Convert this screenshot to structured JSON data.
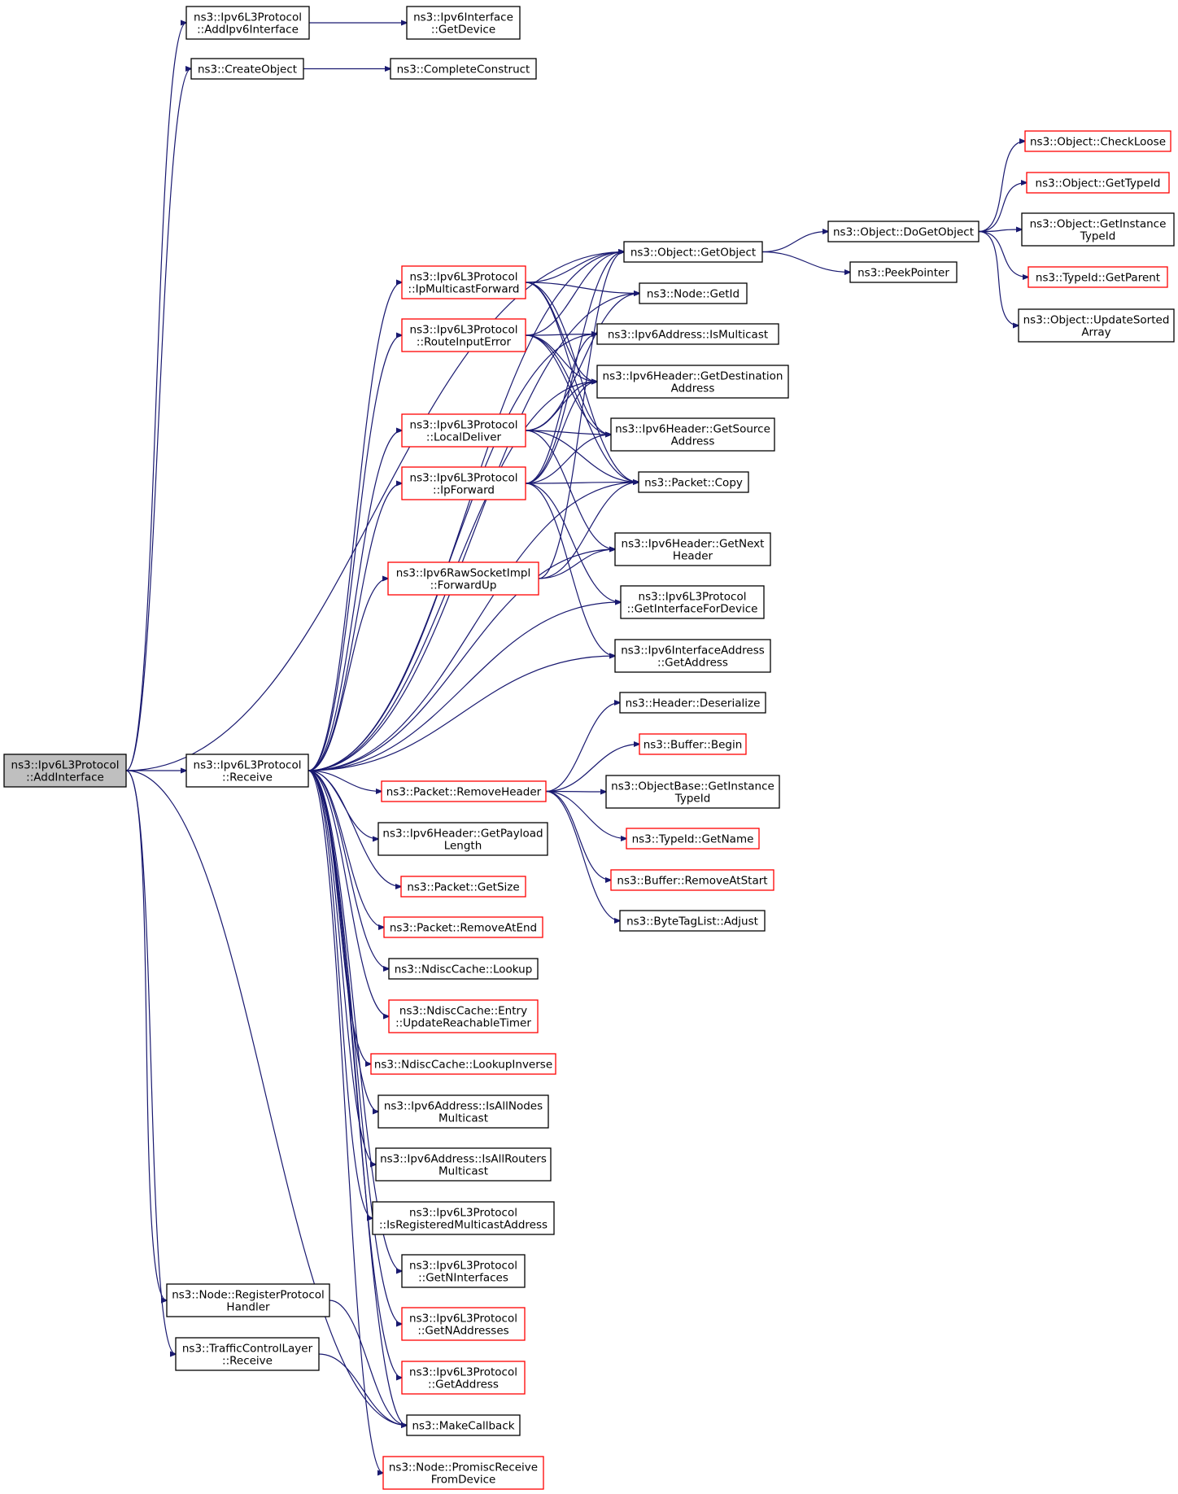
{
  "colors": {
    "edge": "#191970",
    "node_border": "#000000",
    "node_border_truncated": "#ff0000",
    "root_fill": "#bfbfbf",
    "node_fill": "#ffffff",
    "text": "#000000"
  },
  "nodes": [
    {
      "id": "root",
      "lines": [
        "ns3::Ipv6L3Protocol",
        "::AddInterface"
      ],
      "style": "root"
    },
    {
      "id": "addipv6iface",
      "lines": [
        "ns3::Ipv6L3Protocol",
        "::AddIpv6Interface"
      ],
      "style": "normal"
    },
    {
      "id": "getdevice",
      "lines": [
        "ns3::Ipv6Interface",
        "::GetDevice"
      ],
      "style": "normal"
    },
    {
      "id": "createobject",
      "lines": [
        "ns3::CreateObject"
      ],
      "style": "normal"
    },
    {
      "id": "completeconstruct",
      "lines": [
        "ns3::CompleteConstruct"
      ],
      "style": "normal"
    },
    {
      "id": "receive",
      "lines": [
        "ns3::Ipv6L3Protocol",
        "::Receive"
      ],
      "style": "normal"
    },
    {
      "id": "regproto",
      "lines": [
        "ns3::Node::RegisterProtocol",
        "Handler"
      ],
      "style": "normal"
    },
    {
      "id": "tclreceive",
      "lines": [
        "ns3::TrafficControlLayer",
        "::Receive"
      ],
      "style": "normal"
    },
    {
      "id": "ipmcfwd",
      "lines": [
        "ns3::Ipv6L3Protocol",
        "::IpMulticastForward"
      ],
      "style": "truncated"
    },
    {
      "id": "routeinerr",
      "lines": [
        "ns3::Ipv6L3Protocol",
        "::RouteInputError"
      ],
      "style": "truncated"
    },
    {
      "id": "localdeliver",
      "lines": [
        "ns3::Ipv6L3Protocol",
        "::LocalDeliver"
      ],
      "style": "truncated"
    },
    {
      "id": "ipforward",
      "lines": [
        "ns3::Ipv6L3Protocol",
        "::IpForward"
      ],
      "style": "truncated"
    },
    {
      "id": "rawfwdup",
      "lines": [
        "ns3::Ipv6RawSocketImpl",
        "::ForwardUp"
      ],
      "style": "truncated"
    },
    {
      "id": "removeheader",
      "lines": [
        "ns3::Packet::RemoveHeader"
      ],
      "style": "truncated"
    },
    {
      "id": "getpayloadlen",
      "lines": [
        "ns3::Ipv6Header::GetPayload",
        "Length"
      ],
      "style": "normal"
    },
    {
      "id": "getsize",
      "lines": [
        "ns3::Packet::GetSize"
      ],
      "style": "truncated"
    },
    {
      "id": "removeatend",
      "lines": [
        "ns3::Packet::RemoveAtEnd"
      ],
      "style": "truncated"
    },
    {
      "id": "ndlookup",
      "lines": [
        "ns3::NdiscCache::Lookup"
      ],
      "style": "normal"
    },
    {
      "id": "updreach",
      "lines": [
        "ns3::NdiscCache::Entry",
        "::UpdateReachableTimer"
      ],
      "style": "truncated"
    },
    {
      "id": "lookupinv",
      "lines": [
        "ns3::NdiscCache::LookupInverse"
      ],
      "style": "truncated"
    },
    {
      "id": "isallnodes",
      "lines": [
        "ns3::Ipv6Address::IsAllNodes",
        "Multicast"
      ],
      "style": "normal"
    },
    {
      "id": "isallrouters",
      "lines": [
        "ns3::Ipv6Address::IsAllRouters",
        "Multicast"
      ],
      "style": "normal"
    },
    {
      "id": "isregmc",
      "lines": [
        "ns3::Ipv6L3Protocol",
        "::IsRegisteredMulticastAddress"
      ],
      "style": "normal"
    },
    {
      "id": "getninterfaces",
      "lines": [
        "ns3::Ipv6L3Protocol",
        "::GetNInterfaces"
      ],
      "style": "normal"
    },
    {
      "id": "getnaddresses",
      "lines": [
        "ns3::Ipv6L3Protocol",
        "::GetNAddresses"
      ],
      "style": "truncated"
    },
    {
      "id": "getaddress",
      "lines": [
        "ns3::Ipv6L3Protocol",
        "::GetAddress"
      ],
      "style": "truncated"
    },
    {
      "id": "makecallback",
      "lines": [
        "ns3::MakeCallback"
      ],
      "style": "normal"
    },
    {
      "id": "promisc",
      "lines": [
        "ns3::Node::PromiscReceive",
        "FromDevice"
      ],
      "style": "truncated"
    },
    {
      "id": "getobject",
      "lines": [
        "ns3::Object::GetObject"
      ],
      "style": "normal"
    },
    {
      "id": "nodegetid",
      "lines": [
        "ns3::Node::GetId"
      ],
      "style": "normal"
    },
    {
      "id": "ismulticast",
      "lines": [
        "ns3::Ipv6Address::IsMulticast"
      ],
      "style": "normal"
    },
    {
      "id": "getdest",
      "lines": [
        "ns3::Ipv6Header::GetDestination",
        "Address"
      ],
      "style": "normal"
    },
    {
      "id": "getsrc",
      "lines": [
        "ns3::Ipv6Header::GetSource",
        "Address"
      ],
      "style": "normal"
    },
    {
      "id": "pktcopy",
      "lines": [
        "ns3::Packet::Copy"
      ],
      "style": "normal"
    },
    {
      "id": "getnexthdr",
      "lines": [
        "ns3::Ipv6Header::GetNext",
        "Header"
      ],
      "style": "normal"
    },
    {
      "id": "getifacefordev",
      "lines": [
        "ns3::Ipv6L3Protocol",
        "::GetInterfaceForDevice"
      ],
      "style": "normal"
    },
    {
      "id": "ifaceaddrget",
      "lines": [
        "ns3::Ipv6InterfaceAddress",
        "::GetAddress"
      ],
      "style": "normal"
    },
    {
      "id": "hdrdeser",
      "lines": [
        "ns3::Header::Deserialize"
      ],
      "style": "normal"
    },
    {
      "id": "bufbegin",
      "lines": [
        "ns3::Buffer::Begin"
      ],
      "style": "truncated"
    },
    {
      "id": "objbaseinst",
      "lines": [
        "ns3::ObjectBase::GetInstance",
        "TypeId"
      ],
      "style": "normal"
    },
    {
      "id": "typeidname",
      "lines": [
        "ns3::TypeId::GetName"
      ],
      "style": "truncated"
    },
    {
      "id": "bufremstart",
      "lines": [
        "ns3::Buffer::RemoveAtStart"
      ],
      "style": "truncated"
    },
    {
      "id": "bytetagadj",
      "lines": [
        "ns3::ByteTagList::Adjust"
      ],
      "style": "normal"
    },
    {
      "id": "dogetobject",
      "lines": [
        "ns3::Object::DoGetObject"
      ],
      "style": "normal"
    },
    {
      "id": "peekpointer",
      "lines": [
        "ns3::PeekPointer"
      ],
      "style": "normal"
    },
    {
      "id": "checkloose",
      "lines": [
        "ns3::Object::CheckLoose"
      ],
      "style": "truncated"
    },
    {
      "id": "objgettypeid",
      "lines": [
        "ns3::Object::GetTypeId"
      ],
      "style": "truncated"
    },
    {
      "id": "objgetinst",
      "lines": [
        "ns3::Object::GetInstance",
        "TypeId"
      ],
      "style": "normal"
    },
    {
      "id": "typeidparent",
      "lines": [
        "ns3::TypeId::GetParent"
      ],
      "style": "truncated"
    },
    {
      "id": "updsorted",
      "lines": [
        "ns3::Object::UpdateSorted",
        "Array"
      ],
      "style": "normal"
    }
  ],
  "edges": [
    [
      "root",
      "addipv6iface"
    ],
    [
      "root",
      "createobject"
    ],
    [
      "root",
      "getobject"
    ],
    [
      "root",
      "receive"
    ],
    [
      "root",
      "regproto"
    ],
    [
      "root",
      "tclreceive"
    ],
    [
      "root",
      "makecallback"
    ],
    [
      "addipv6iface",
      "getdevice"
    ],
    [
      "createobject",
      "completeconstruct"
    ],
    [
      "receive",
      "getobject"
    ],
    [
      "receive",
      "nodegetid"
    ],
    [
      "receive",
      "ismulticast"
    ],
    [
      "receive",
      "getdest"
    ],
    [
      "receive",
      "ipmcfwd"
    ],
    [
      "receive",
      "routeinerr"
    ],
    [
      "receive",
      "localdeliver"
    ],
    [
      "receive",
      "ipforward"
    ],
    [
      "receive",
      "rawfwdup"
    ],
    [
      "receive",
      "pktcopy"
    ],
    [
      "receive",
      "getnexthdr"
    ],
    [
      "receive",
      "getifacefordev"
    ],
    [
      "receive",
      "ifaceaddrget"
    ],
    [
      "receive",
      "removeheader"
    ],
    [
      "receive",
      "getpayloadlen"
    ],
    [
      "receive",
      "getsize"
    ],
    [
      "receive",
      "removeatend"
    ],
    [
      "receive",
      "ndlookup"
    ],
    [
      "receive",
      "updreach"
    ],
    [
      "receive",
      "lookupinv"
    ],
    [
      "receive",
      "isallnodes"
    ],
    [
      "receive",
      "isallrouters"
    ],
    [
      "receive",
      "isregmc"
    ],
    [
      "receive",
      "getninterfaces"
    ],
    [
      "receive",
      "getnaddresses"
    ],
    [
      "receive",
      "getaddress"
    ],
    [
      "receive",
      "makecallback"
    ],
    [
      "receive",
      "promisc"
    ],
    [
      "regproto",
      "makecallback"
    ],
    [
      "tclreceive",
      "makecallback"
    ],
    [
      "ipmcfwd",
      "getobject"
    ],
    [
      "ipmcfwd",
      "nodegetid"
    ],
    [
      "ipmcfwd",
      "getdest"
    ],
    [
      "ipmcfwd",
      "getsrc"
    ],
    [
      "ipmcfwd",
      "pktcopy"
    ],
    [
      "routeinerr",
      "getobject"
    ],
    [
      "routeinerr",
      "ismulticast"
    ],
    [
      "routeinerr",
      "getdest"
    ],
    [
      "routeinerr",
      "getsrc"
    ],
    [
      "routeinerr",
      "pktcopy"
    ],
    [
      "localdeliver",
      "nodegetid"
    ],
    [
      "localdeliver",
      "getdest"
    ],
    [
      "localdeliver",
      "getsrc"
    ],
    [
      "localdeliver",
      "pktcopy"
    ],
    [
      "localdeliver",
      "getnexthdr"
    ],
    [
      "ipforward",
      "getobject"
    ],
    [
      "ipforward",
      "ismulticast"
    ],
    [
      "ipforward",
      "getdest"
    ],
    [
      "ipforward",
      "getsrc"
    ],
    [
      "ipforward",
      "pktcopy"
    ],
    [
      "ipforward",
      "getifacefordev"
    ],
    [
      "ipforward",
      "ifaceaddrget"
    ],
    [
      "rawfwdup",
      "getobject"
    ],
    [
      "rawfwdup",
      "pktcopy"
    ],
    [
      "rawfwdup",
      "getnexthdr"
    ],
    [
      "removeheader",
      "hdrdeser"
    ],
    [
      "removeheader",
      "bufbegin"
    ],
    [
      "removeheader",
      "objbaseinst"
    ],
    [
      "removeheader",
      "typeidname"
    ],
    [
      "removeheader",
      "bufremstart"
    ],
    [
      "removeheader",
      "bytetagadj"
    ],
    [
      "getobject",
      "dogetobject"
    ],
    [
      "getobject",
      "peekpointer"
    ],
    [
      "dogetobject",
      "checkloose"
    ],
    [
      "dogetobject",
      "objgettypeid"
    ],
    [
      "dogetobject",
      "objgetinst"
    ],
    [
      "dogetobject",
      "typeidparent"
    ],
    [
      "dogetobject",
      "updsorted"
    ]
  ]
}
